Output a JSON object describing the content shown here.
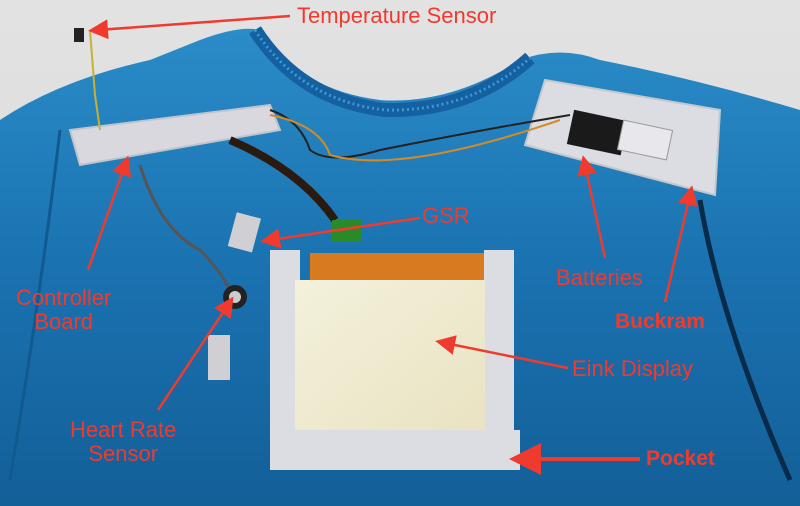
{
  "image": {
    "description": "Blue t-shirt with wearable electronics annotated with red labels and arrows",
    "shirt_color": "#1f78b4",
    "annotation_color": "#f03a2e"
  },
  "labels": {
    "temperature_sensor": "Temperature Sensor",
    "controller_board_line1": "Controller",
    "controller_board_line2": "Board",
    "gsr": "GSR",
    "batteries": "Batteries",
    "buckram": "Buckram",
    "eink_display": "Eink Display",
    "heart_rate_line1": "Heart Rate",
    "heart_rate_line2": "Sensor",
    "pocket": "Pocket"
  }
}
